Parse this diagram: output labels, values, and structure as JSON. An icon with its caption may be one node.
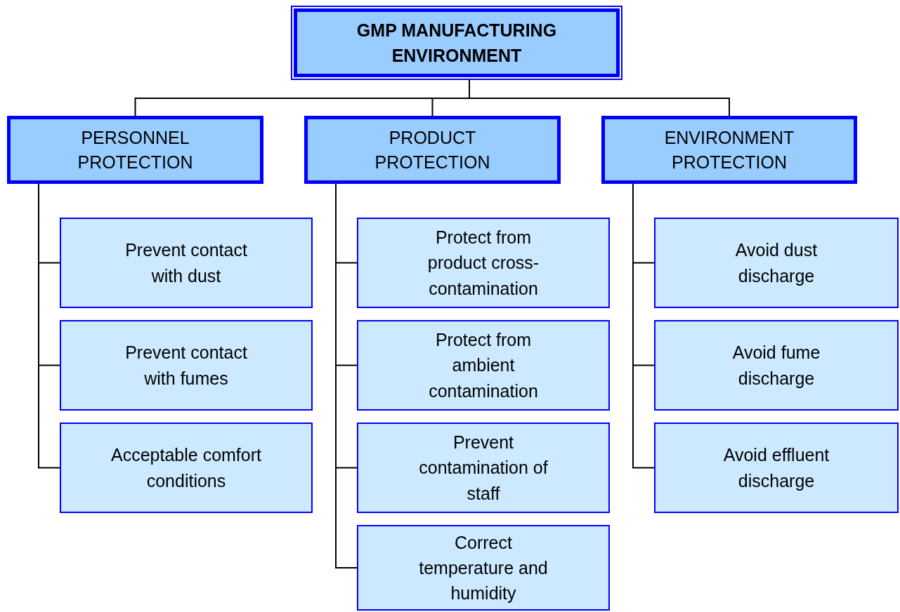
{
  "diagram": {
    "nodes": [
      {
        "text": [
          "GMP MANUFACTURING ENVIRONMENT"
        ]
      },
      {
        "text": [
          "PERSONNEL PROTECTION"
        ]
      },
      {
        "text": [
          "PRODUCT PROTECTION"
        ]
      },
      {
        "text": [
          "ENVIRONMENT PROTECTION"
        ]
      },
      {
        "text": [
          "Prevent contact with dust"
        ]
      },
      {
        "text": [
          "Prevent contact with fumes"
        ]
      },
      {
        "text": [
          "Acceptable comfort conditions"
        ]
      },
      {
        "text": [
          "Protect from product cross-contamination"
        ]
      },
      {
        "text": [
          "Protect from ambient contamination"
        ]
      },
      {
        "text": [
          "Prevent contamination of staff"
        ]
      },
      {
        "text": [
          "Correct temperature and humidity"
        ]
      },
      {
        "text": [
          "Avoid dust discharge"
        ]
      },
      {
        "text": [
          "Avoid fume discharge"
        ]
      },
      {
        "text": [
          "Avoid effluent discharge"
        ]
      }
    ],
    "edges": [
      {
        "from": 0,
        "to": 1,
        "arrow": "none"
      },
      {
        "from": 0,
        "to": 2,
        "arrow": "none"
      },
      {
        "from": 0,
        "to": 3,
        "arrow": "none"
      },
      {
        "from": 1,
        "to": 4,
        "arrow": "none"
      },
      {
        "from": 1,
        "to": 5,
        "arrow": "none"
      },
      {
        "from": 1,
        "to": 6,
        "arrow": "none"
      },
      {
        "from": 2,
        "to": 7,
        "arrow": "none"
      },
      {
        "from": 2,
        "to": 8,
        "arrow": "none"
      },
      {
        "from": 2,
        "to": 9,
        "arrow": "none"
      },
      {
        "from": 2,
        "to": 10,
        "arrow": "none"
      },
      {
        "from": 3,
        "to": 11,
        "arrow": "none"
      },
      {
        "from": 3,
        "to": 12,
        "arrow": "none"
      },
      {
        "from": 3,
        "to": 13,
        "arrow": "none"
      }
    ]
  }
}
